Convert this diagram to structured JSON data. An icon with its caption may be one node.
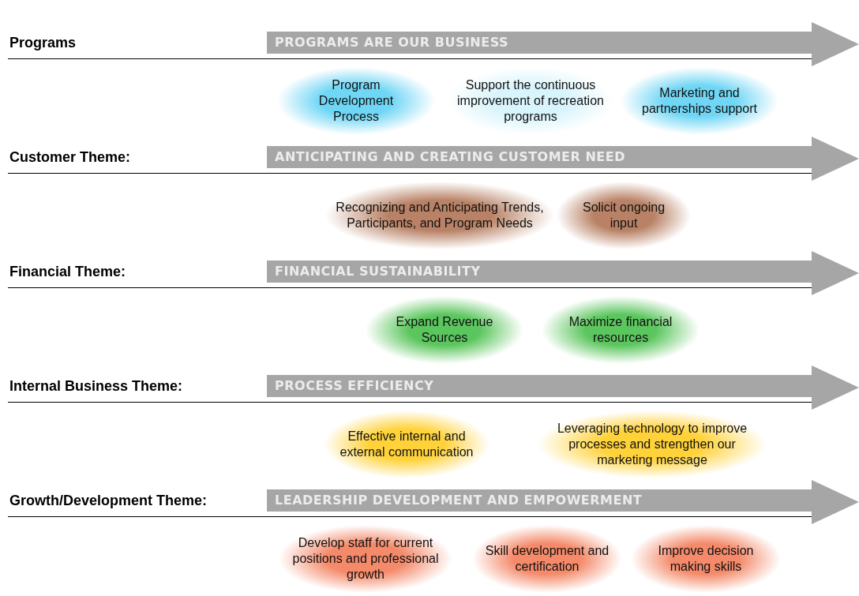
{
  "diagram": {
    "nodes": [
      {
        "text": [
          "PROGRAMS ARE OUR BUSINESS"
        ]
      },
      {
        "text": [
          "Program Development Process"
        ]
      },
      {
        "text": [
          "Support the continuous improvement of recreation programs"
        ]
      },
      {
        "text": [
          "Marketing and partnerships support"
        ]
      },
      {
        "text": [
          "ANTICIPATING AND CREATING CUSTOMER NEED"
        ]
      },
      {
        "text": [
          "Recognizing and Anticipating Trends, Participants, and Program Needs"
        ]
      },
      {
        "text": [
          "Solicit ongoing input"
        ]
      },
      {
        "text": [
          "FINANCIAL SUSTAINABILITY"
        ]
      },
      {
        "text": [
          "Expand Revenue Sources"
        ]
      },
      {
        "text": [
          "Maximize financial resources"
        ]
      },
      {
        "text": [
          "PROCESS EFFICIENCY"
        ]
      },
      {
        "text": [
          "Effective internal and external communication"
        ]
      },
      {
        "text": [
          "Leveraging technology to improve processes and strengthen our marketing message"
        ]
      },
      {
        "text": [
          "LEADERSHIP DEVELOPMENT AND EMPOWERMENT"
        ]
      },
      {
        "text": [
          "Develop staff for current positions and professional growth"
        ]
      },
      {
        "text": [
          "Skill development and certification"
        ]
      },
      {
        "text": [
          "Improve decision making skills"
        ]
      }
    ],
    "labels": [
      "Programs",
      "Customer Theme:",
      "Financial Theme:",
      "Internal Business Theme:",
      "Growth/Development Theme:"
    ]
  }
}
